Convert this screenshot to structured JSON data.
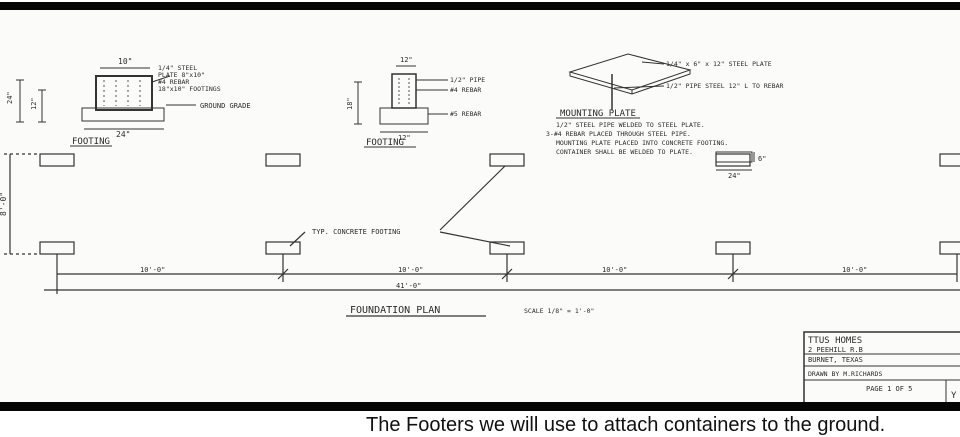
{
  "drawing": {
    "footing_detail": {
      "label": "FOOTING",
      "note_lines": [
        "1/4\" STEEL",
        "PLATE 8\"x10\"",
        "#4 REBAR",
        "18\"x10\" FOOTINGS"
      ],
      "grade_label": "GROUND GRADE",
      "top_dim": "10\"",
      "bottom_dim": "24\"",
      "side_dims": [
        "24\"",
        "12\""
      ]
    },
    "footing_section": {
      "label": "FOOTING",
      "pipe_label": "1/2\" PIPE",
      "rebar_label": "#4 REBAR",
      "bar_label": "#5 REBAR",
      "top_dim": "12\"",
      "bottom_dim": "12\"",
      "side_dim": "18\""
    },
    "mounting_plate": {
      "plate_label": "1/4\" x 6\" x 12\" STEEL PLATE",
      "pipe_label": "1/2\" PIPE STEEL 12\" L TO REBAR",
      "title": "MOUNTING PLATE",
      "notes": [
        "1/2\" STEEL PIPE WELDED TO STEEL PLATE.",
        "3-#4 REBAR PLACED THROUGH STEEL PIPE.",
        "MOUNTING PLATE PLACED INTO CONCRETE FOOTING.",
        "CONTAINER SHALL BE WELDED TO PLATE."
      ],
      "dim_small": "6\"",
      "dim_wide": "24\""
    },
    "plan": {
      "footing_callout": "TYP. CONCRETE FOOTING",
      "vertical_dim": "8'-0\"",
      "spans": [
        "10'-0\"",
        "10'-0\"",
        "10'-0\"",
        "10'-0\""
      ],
      "overall": "41'-0\"",
      "title": "FOUNDATION PLAN",
      "scale": "SCALE 1/8\" = 1'-0\""
    },
    "title_block": {
      "line1": "TTUS HOMES",
      "line2": "2 PEEHILL R.B",
      "line3": "BURNET, TEXAS",
      "line4": "DRAWN BY M.RICHARDS",
      "page": "PAGE 1 OF 5",
      "corner": "Y"
    }
  },
  "caption": "The Footers we will use to attach containers to the ground."
}
